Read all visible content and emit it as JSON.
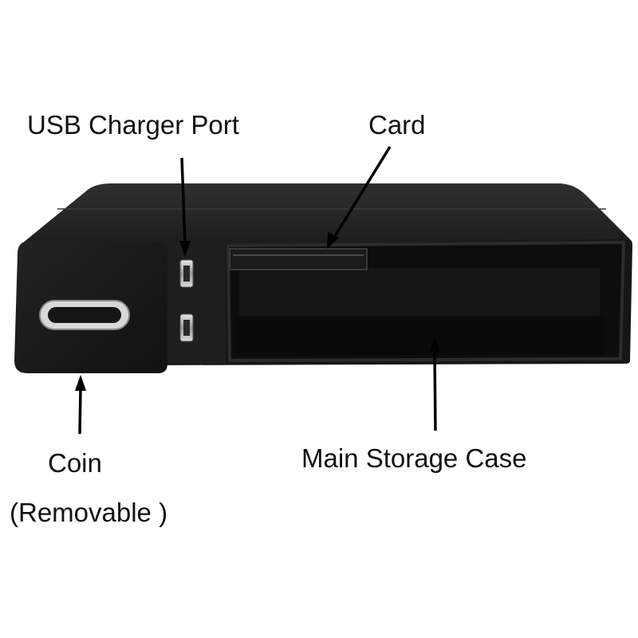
{
  "labels": {
    "usb_charger_port": "USB Charger Port",
    "card": "Card",
    "coin": "Coin",
    "removable": "(Removable )",
    "main_storage_case": "Main Storage Case"
  },
  "colors": {
    "device_body": "#1a1a1a",
    "device_top": "#262626",
    "interior": "#0c0c0c",
    "rim": "#2e2e2e",
    "port_silver": "#c9c9c9",
    "arrow": "#000000",
    "text": "#111111"
  }
}
